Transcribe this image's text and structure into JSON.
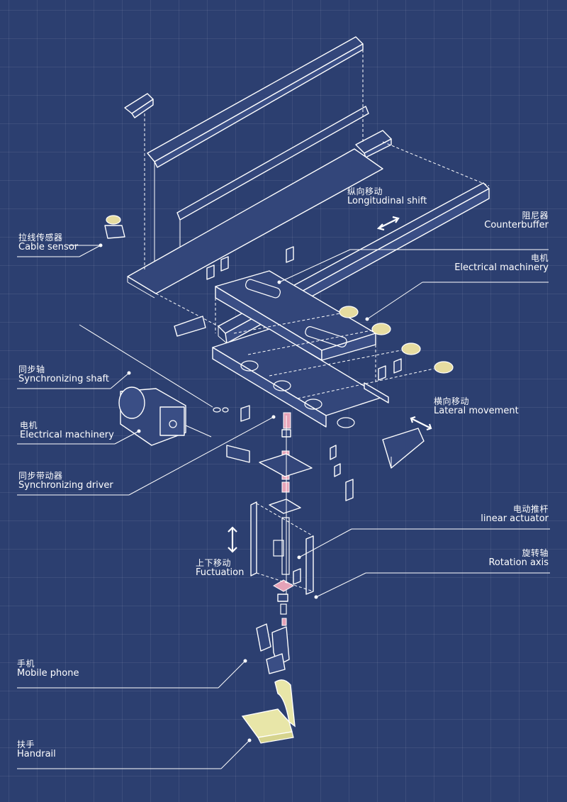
{
  "labels": {
    "longitudinal": {
      "zh": "纵向移动",
      "en": "Longitudinal shift"
    },
    "counterbuffer": {
      "zh": "阻尼器",
      "en": "Counterbuffer"
    },
    "electrical_top": {
      "zh": "电机",
      "en": "Electrical machinery"
    },
    "cable_sensor": {
      "zh": "拉线传感器",
      "en": "Cable sensor"
    },
    "sync_shaft": {
      "zh": "同步轴",
      "en": "Synchronizing shaft"
    },
    "lateral": {
      "zh": "横向移动",
      "en": "Lateral movement"
    },
    "electrical_left": {
      "zh": "电机",
      "en": "Electrical machinery"
    },
    "sync_driver": {
      "zh": "同步带动器",
      "en": "Synchronizing driver"
    },
    "linear_actuator": {
      "zh": "电动推杆",
      "en": "linear actuator"
    },
    "fluctuation": {
      "zh": "上下移动",
      "en": "Fuctuation"
    },
    "rotation_axis": {
      "zh": "旋转轴",
      "en": "Rotation axis"
    },
    "mobile_phone": {
      "zh": "手机",
      "en": "Mobile phone"
    },
    "handrail": {
      "zh": "扶手",
      "en": "Handrail"
    }
  },
  "colors": {
    "background": "#2c3f70",
    "line": "#ffffff",
    "disc": "#e6dca0",
    "accent": "#e6a3b8",
    "handrail": "#e8e6a8"
  }
}
